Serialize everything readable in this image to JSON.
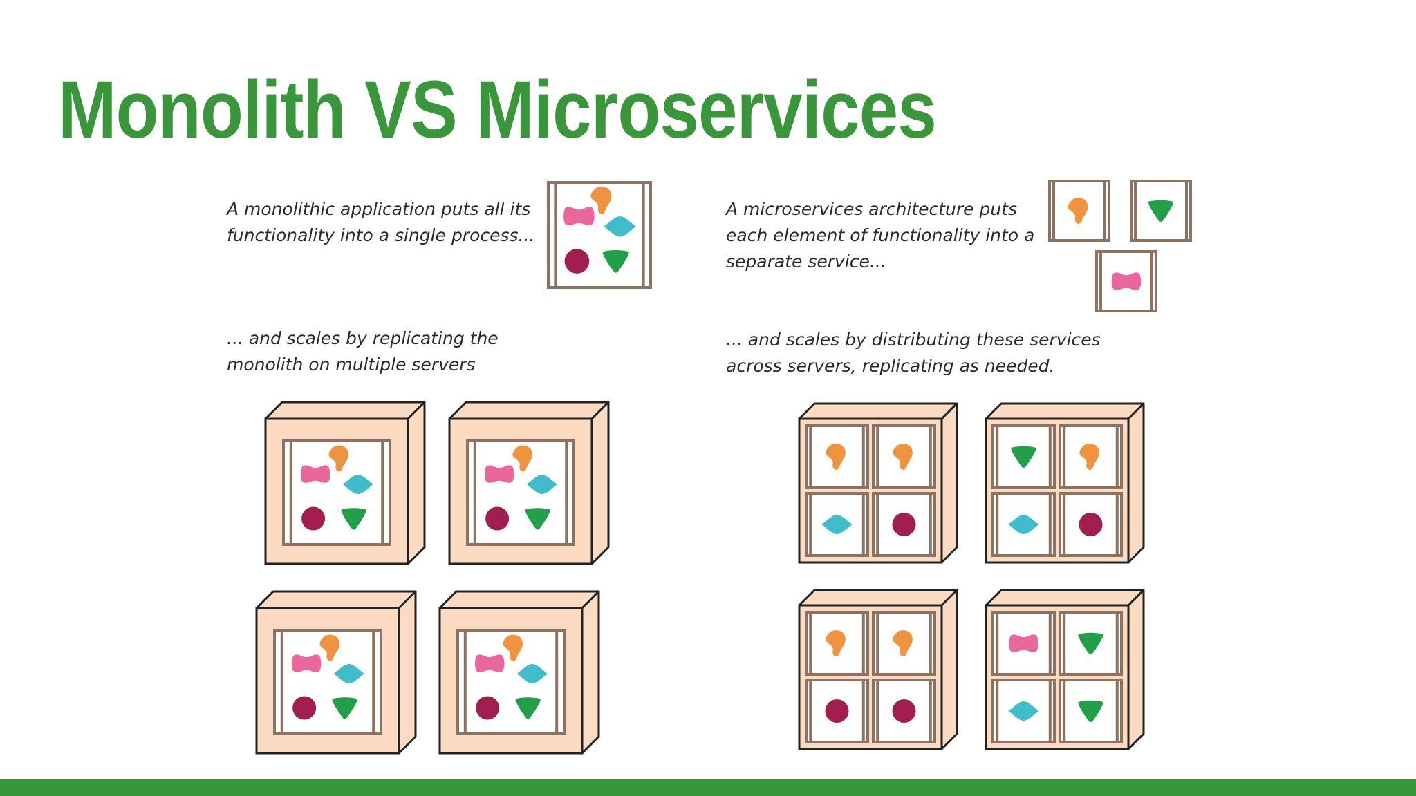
{
  "slide": {
    "title": "Monolith VS Microservices"
  },
  "captions": {
    "monolith_intro": [
      "A monolithic application puts all its",
      "functionality into a single process..."
    ],
    "microservices_intro": [
      "A microservices architecture puts",
      "each element of functionality into a",
      "separate service..."
    ],
    "monolith_scaling": [
      "... and scales by replicating the",
      "monolith on multiple servers"
    ],
    "microservices_scaling": [
      "... and scales by distributing these services",
      "across servers, replicating as needed."
    ]
  },
  "diagram": {
    "functionality_shapes": [
      "pink-blob-icon",
      "orange-blob-icon",
      "teal-diamond-icon",
      "crimson-circle-icon",
      "green-triangle-icon"
    ],
    "monolith_servers": 4,
    "microservice_servers": [
      [
        "orange-blob-icon",
        "orange-blob-icon",
        "teal-diamond-icon",
        "crimson-circle-icon"
      ],
      [
        "green-triangle-icon",
        "orange-blob-icon",
        "teal-diamond-icon",
        "crimson-circle-icon"
      ],
      [
        "orange-blob-icon",
        "orange-blob-icon",
        "crimson-circle-icon",
        "crimson-circle-icon"
      ],
      [
        "pink-blob-icon",
        "green-triangle-icon",
        "teal-diamond-icon",
        "green-triangle-icon"
      ]
    ]
  },
  "colors": {
    "title_green": "#3a963a",
    "footer_green": "#3a963a",
    "server_fill": "#fbdcc2",
    "frame_brown": "#8d7262",
    "pink": "#e9679a",
    "orange": "#ee9440",
    "teal": "#40bccb",
    "crimson": "#a21e4e",
    "green": "#22a049"
  }
}
